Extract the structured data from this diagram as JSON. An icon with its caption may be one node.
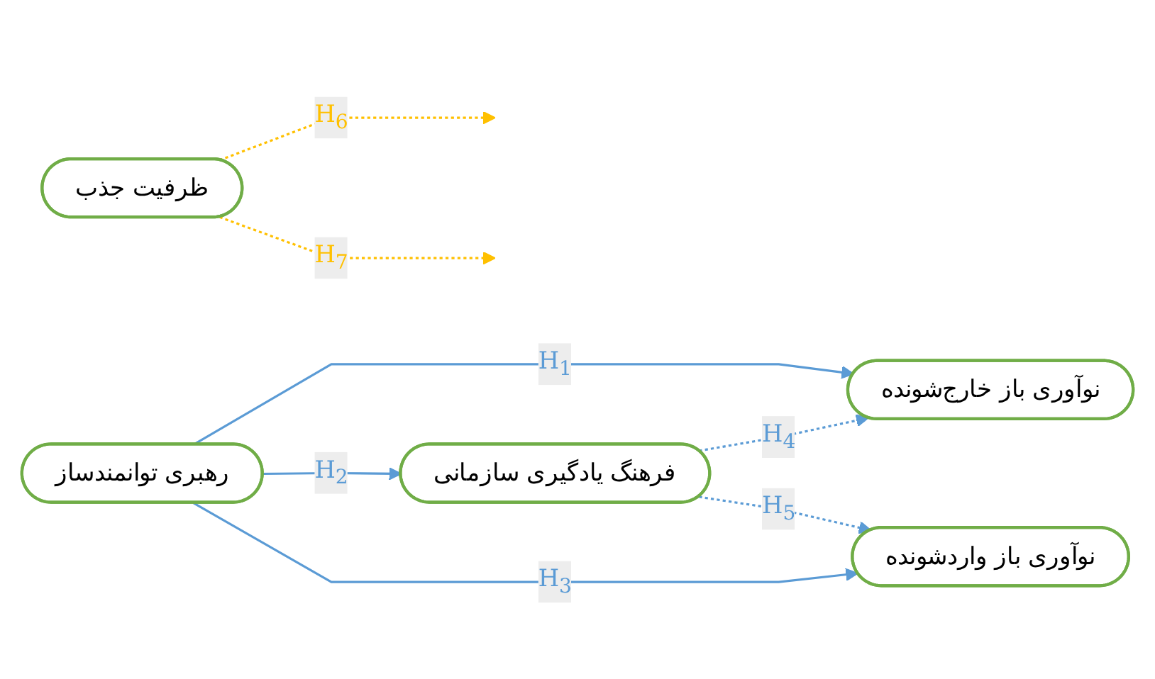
{
  "diagram": {
    "nodes": [
      {
        "text": [
          "ظرفیت جذب"
        ]
      },
      {
        "text": [
          "نوآوری باز خارج‌شونده"
        ]
      },
      {
        "text": [
          "رهبری توانمندساز"
        ]
      },
      {
        "text": [
          "فرهنگ یادگیری سازمانی"
        ]
      },
      {
        "text": [
          "نوآوری باز واردشونده"
        ]
      }
    ],
    "edges": [
      {
        "from": 2,
        "to": 1,
        "arrow": "to",
        "label": "H$_{1}$"
      },
      {
        "from": 2,
        "to": 3,
        "arrow": "to",
        "label": "H$_{2}$"
      },
      {
        "from": 2,
        "to": 4,
        "arrow": "to",
        "label": "H$_{3}$"
      },
      {
        "from": 3,
        "to": 1,
        "arrow": "to",
        "label": "H$_{4}$",
        "style": "dashed"
      },
      {
        "from": 3,
        "to": 4,
        "arrow": "to",
        "label": "H$_{5}$",
        "style": "dashed"
      },
      {
        "from": 0,
        "to": null,
        "arrow": "to",
        "label": "H$_{6}$",
        "style": "dashed",
        "color": "#ffc000"
      },
      {
        "from": 0,
        "to": null,
        "arrow": "to",
        "label": "H$_{7}$",
        "style": "dashed",
        "color": "#ffc000"
      }
    ]
  }
}
